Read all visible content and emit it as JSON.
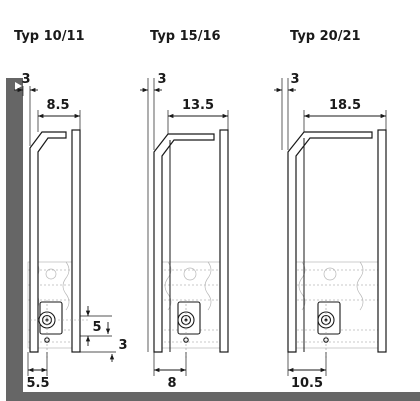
{
  "types": [
    {
      "title": "Typ 10/11",
      "wall_gap": "3",
      "depth": "8.5",
      "bottom_offset": "5.5",
      "valve_height": "5",
      "floor_gap": "3"
    },
    {
      "title": "Typ 15/16",
      "wall_gap": "3",
      "depth": "13.5",
      "bottom_offset": "8"
    },
    {
      "title": "Typ 20/21",
      "wall_gap": "3",
      "depth": "18.5",
      "bottom_offset": "10.5"
    }
  ],
  "colors": {
    "wall": "#666666",
    "floor": "#666666",
    "line": "#1a1a1a",
    "ghost": "#b8b8b8"
  }
}
